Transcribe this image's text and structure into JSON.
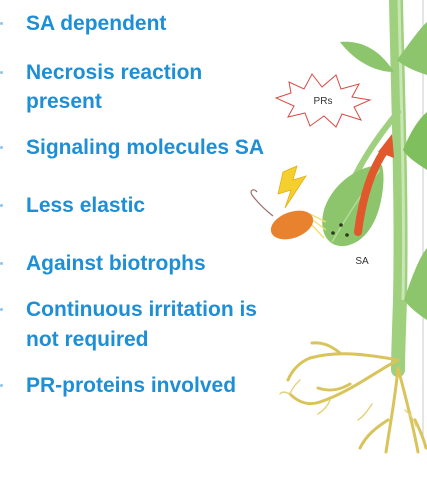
{
  "bullets": [
    {
      "lines": [
        "SA dependent"
      ]
    },
    {
      "lines": [
        "Necrosis reaction",
        "present"
      ]
    },
    {
      "lines": [
        "Signaling molecules SA"
      ]
    },
    {
      "lines": [
        "Less elastic"
      ]
    },
    {
      "lines": [
        "Against biotrophs"
      ]
    },
    {
      "lines": [
        "Continuous irritation  is",
        "not required"
      ]
    },
    {
      "lines": [
        "PR-proteins involved"
      ]
    }
  ],
  "diagram": {
    "prs_label": "PRs",
    "sa_label": "SA"
  },
  "colors": {
    "bullet_text": "#1e8fd5",
    "stem": "#9fd07e",
    "leaf": "#8cc56c",
    "root": "#d9c45c",
    "arrow": "#e0582c",
    "pathogen": "#e8822e",
    "lightning": "#f5cf2e"
  }
}
